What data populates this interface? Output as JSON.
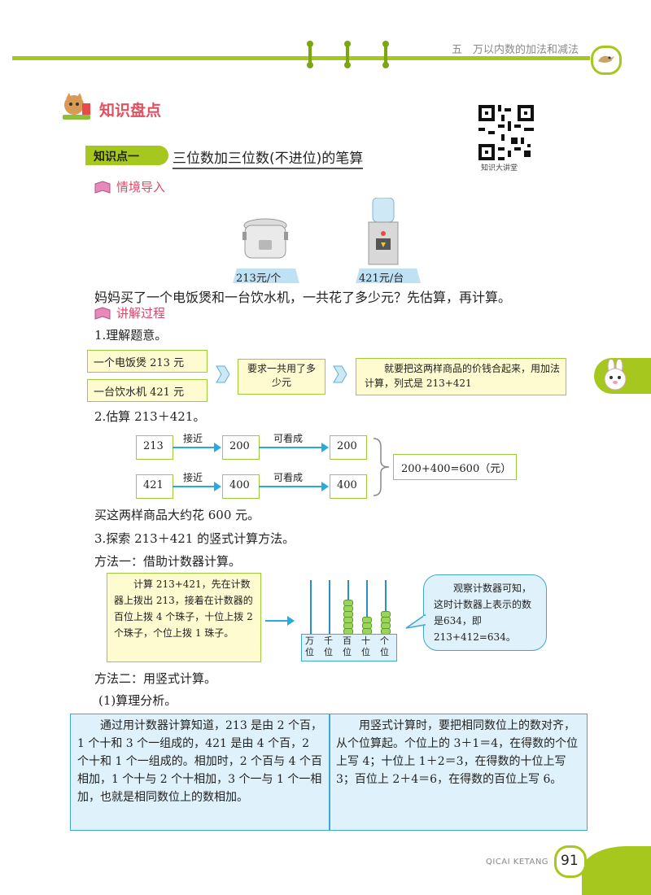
{
  "header": {
    "chapter": "五　万以内数的加法和减法",
    "page_number": "91",
    "footer_brand": "QICAI KETANG"
  },
  "section": {
    "title": "知识盘点"
  },
  "qr": {
    "caption": "知识大讲堂"
  },
  "knowledge_point": {
    "label": "知识点一",
    "title": "三位数加三位数(不进位)的笔算"
  },
  "scenario": {
    "heading": "情境导入",
    "items": [
      {
        "name": "电饭煲",
        "price": "213元/个",
        "icon": "rice-cooker-icon"
      },
      {
        "name": "饮水机",
        "price": "421元/台",
        "icon": "water-dispenser-icon"
      }
    ],
    "question": "妈妈买了一个电饭煲和一台饮水机，一共花了多少元？先估算，再计算。"
  },
  "explanation": {
    "heading": "讲解过程",
    "step1": {
      "title": "1.理解题意。",
      "fact1": "一个电饭煲 213 元",
      "fact2": "一台饮水机 421 元",
      "ask": "要求一共用了多少元",
      "answer": "就要把这两样商品的价钱合起来，用加法计算，列式是 213+421"
    },
    "step2": {
      "title": "2.估算 213＋421。",
      "row1": {
        "start": "213",
        "near_label": "接近",
        "approx": "200",
        "as_label": "可看成",
        "result": "200"
      },
      "row2": {
        "start": "421",
        "near_label": "接近",
        "approx": "400",
        "as_label": "可看成",
        "result": "400"
      },
      "sum": "200+400=600（元）",
      "conclusion": "买这两样商品大约花 600 元。"
    },
    "step3": {
      "title": "3.探索 213＋421 的竖式计算方法。",
      "method1": "方法一：借助计数器计算。",
      "counter_text": "计算 213+421，先在计数器上拨出 213，接着在计数器的百位上拨 4 个珠子，十位上拨 2 个珠子，个位上拨 1 珠子。",
      "abacus": {
        "places": [
          "万位",
          "千位",
          "百位",
          "十位",
          "个位"
        ],
        "beads": [
          0,
          0,
          6,
          3,
          4
        ]
      },
      "observe_text": "观察计数器可知，这时计数器上表示的数是634，即 213+412=634。",
      "method2": "方法二：用竖式计算。",
      "analysis_title": "(1)算理分析。",
      "analysis_left": "通过用计数器计算知道，213 是由 2 个百，1 个十和 3 个一组成的，421 是由 4 个百，2 个十和 1 个一组成的。相加时，2 个百与 4 个百相加，1 个十与 2 个十相加，3 个一与 1 个一相加，也就是相同数位上的数相加。",
      "analysis_right": "用竖式计算时，要把相同数位上的数对齐，从个位算起。个位上的 3＋1＝4，在得数的个位上写 4；十位上 1＋2＝3，在得数的十位上写 3；百位上 2＋4＝6，在得数的百位上写 6。"
    }
  }
}
